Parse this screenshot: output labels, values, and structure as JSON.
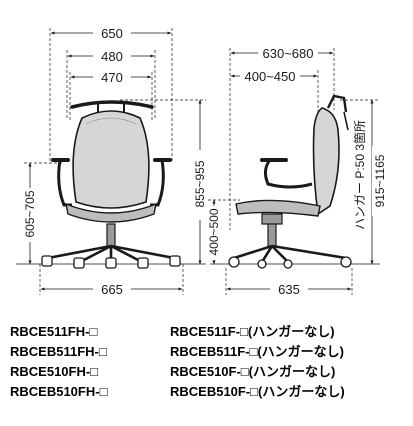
{
  "front_view": {
    "width_outer": "650",
    "width_mid": "480",
    "width_inner": "470",
    "base_width": "665",
    "arm_height": "605~705",
    "total_height": "855~955"
  },
  "side_view": {
    "depth_outer": "630~680",
    "depth_inner": "400~450",
    "seat_height": "400~500",
    "base_depth": "635",
    "hanger_label": "ハンガー P:50 3箇所",
    "hanger_height": "915~1165"
  },
  "models_left": [
    "RBCE511FH-□",
    "RBCEB511FH-□",
    "RBCE510FH-□",
    "RBCEB510FH-□"
  ],
  "models_right": [
    "RBCE511F-□(ハンガーなし)",
    "RBCEB511F-□(ハンガーなし)",
    "RBCE510F-□(ハンガーなし)",
    "RBCEB510F-□(ハンガーなし)"
  ]
}
